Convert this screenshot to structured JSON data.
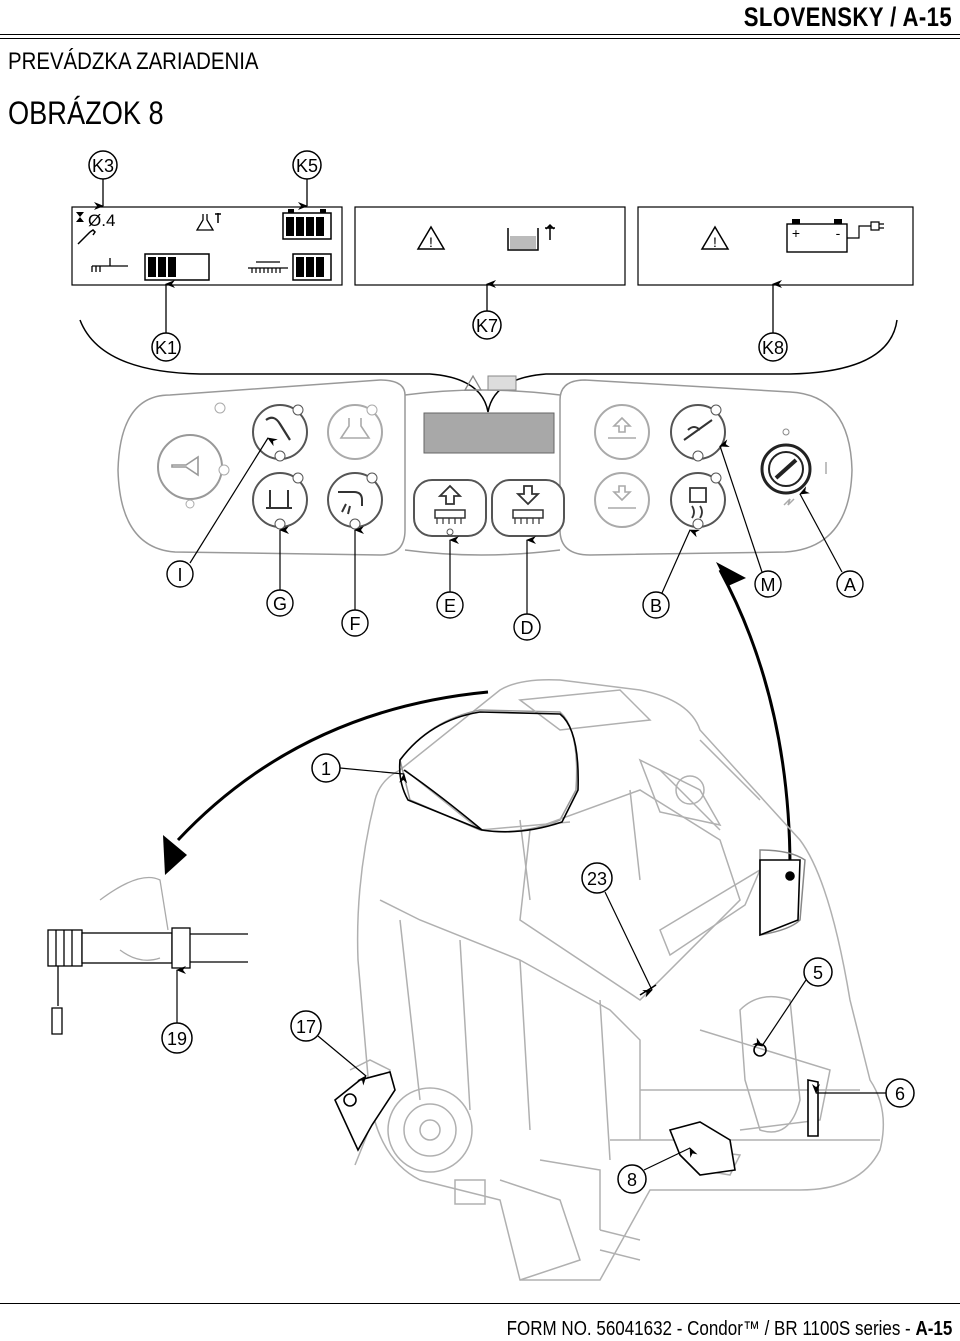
{
  "header": {
    "language_page": "SLOVENSKY / A-15",
    "section": "PREVÁDZKA ZARIADENIA",
    "figure": "OBRÁZOK 8"
  },
  "display_panel": {
    "k3_hours_symbol": "Ø.4",
    "k3_label": "K3",
    "k5_label": "K5",
    "k1_label": "K1",
    "k7_label": "K7",
    "k8_label": "K8",
    "k8_plus": "+",
    "k8_minus": "-"
  },
  "control_labels": {
    "I": "I",
    "G": "G",
    "F": "F",
    "E": "E",
    "D": "D",
    "B": "B",
    "M": "M",
    "A": "A"
  },
  "machine_callouts": {
    "c1": "1",
    "c23": "23",
    "c5": "5",
    "c6": "6",
    "c8": "8",
    "c17": "17",
    "c19": "19"
  },
  "footer": {
    "form": "FORM NO. 56041632 - Condor™ / BR 1100S series - ",
    "page": "A-15"
  }
}
